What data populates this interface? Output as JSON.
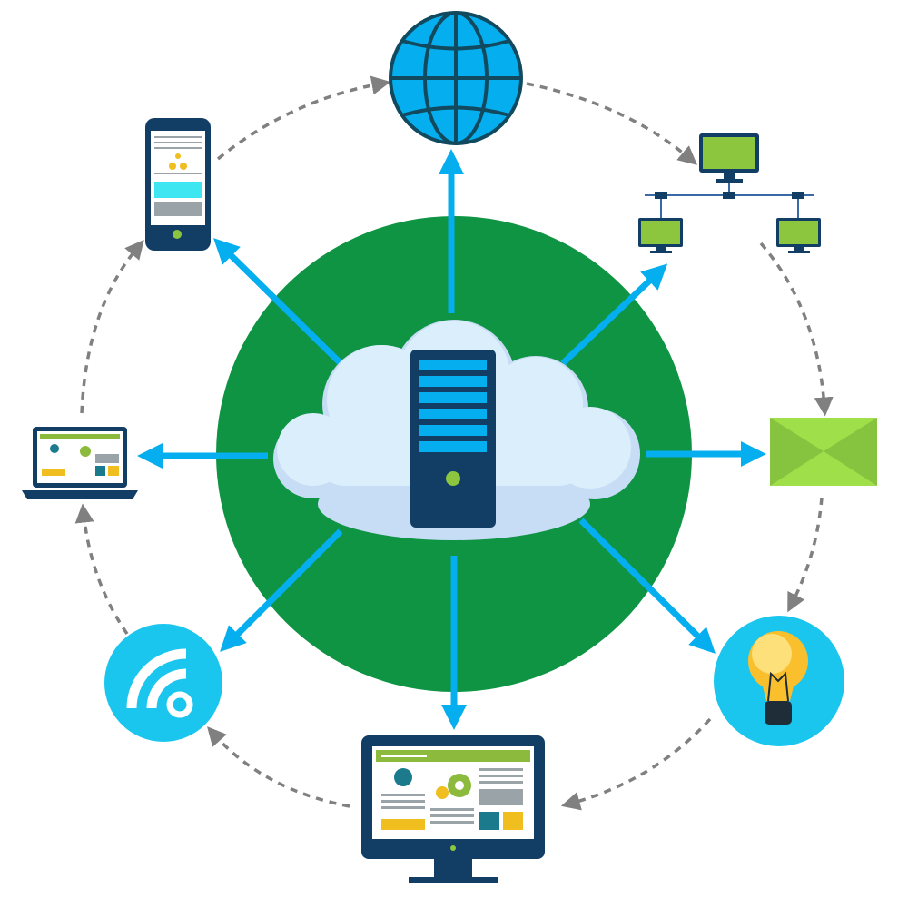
{
  "diagram": {
    "hub": {
      "icon": "cloud-server-icon",
      "color": "#0f9444"
    },
    "nodes": [
      {
        "id": "globe",
        "icon": "globe-icon"
      },
      {
        "id": "network",
        "icon": "network-icon"
      },
      {
        "id": "email",
        "icon": "envelope-icon"
      },
      {
        "id": "idea",
        "icon": "lightbulb-icon"
      },
      {
        "id": "desktop",
        "icon": "desktop-monitor-icon"
      },
      {
        "id": "wifi",
        "icon": "wifi-icon"
      },
      {
        "id": "laptop",
        "icon": "laptop-icon"
      },
      {
        "id": "mobile",
        "icon": "smartphone-icon"
      }
    ],
    "colors": {
      "hub_circle": "#0f9444",
      "arrow": "#05aeee",
      "cycle_arrow": "#808080",
      "navy": "#123e66",
      "green": "#8cc63f",
      "cyan": "#1bc6ee"
    }
  }
}
